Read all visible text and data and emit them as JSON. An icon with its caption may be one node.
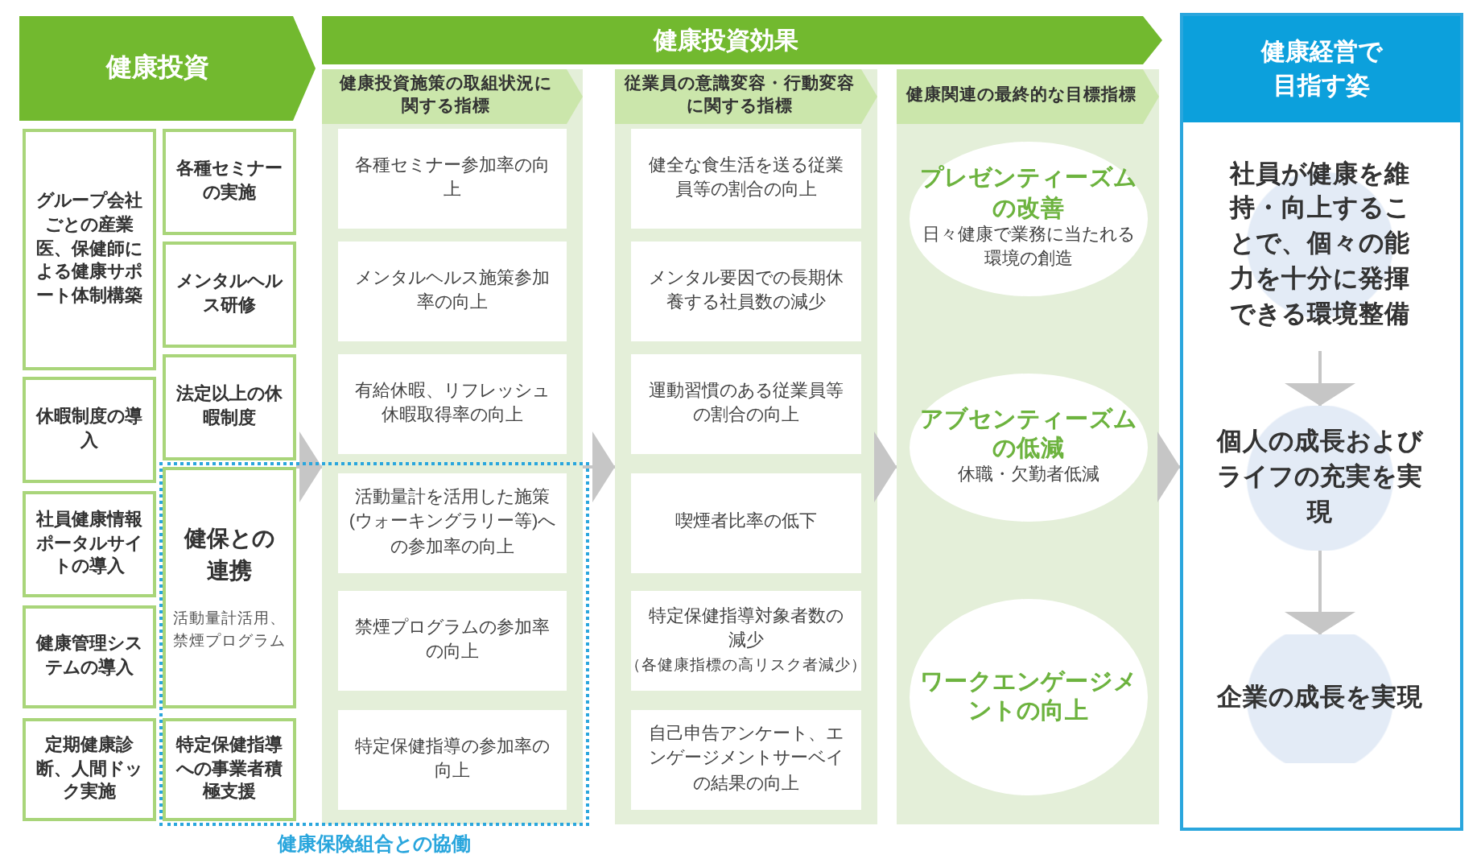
{
  "diagram": {
    "nodes": [
      {
        "text": [
          "健康投資"
        ]
      },
      {
        "text": [
          "グループ会社ごとの産業医、保健師による健康サポート体制構築"
        ]
      },
      {
        "text": [
          "各種セミナーの実施"
        ]
      },
      {
        "text": [
          "メンタルヘルス研修"
        ]
      },
      {
        "text": [
          "休暇制度の導入"
        ]
      },
      {
        "text": [
          "法定以上の休暇制度"
        ]
      },
      {
        "text": [
          "社員健康情報ポータルサイトの導入"
        ]
      },
      {
        "text": [
          "健康保険組合との協働"
        ]
      },
      {
        "text": [
          "健保との連携",
          "活動量計活用、禁煙プログラム"
        ],
        "in": 7
      },
      {
        "text": [
          "健康管理システムの導入"
        ]
      },
      {
        "text": [
          "定期健康診断、人間ドック実施"
        ]
      },
      {
        "text": [
          "特定保健指導への事業者積極支援"
        ],
        "in": 7
      },
      {
        "text": [
          "健康投資効果"
        ]
      },
      {
        "text": [
          "健康投資施策の取組状況に関する指標"
        ]
      },
      {
        "text": [
          "各種セミナー参加率の向上"
        ],
        "in": 13
      },
      {
        "text": [
          "メンタルヘルス施策参加率の向上"
        ],
        "in": 13
      },
      {
        "text": [
          "有給休暇、リフレッシュ休暇取得率の向上"
        ],
        "in": 13
      },
      {
        "text": [
          "活動量計を活用した施策(ウォーキングラリー等)への参加率の向上"
        ]
      },
      {
        "text": [
          "禁煙プログラムの参加率の向上"
        ]
      },
      {
        "text": [
          "特定保健指導の参加率の向上"
        ]
      },
      {
        "text": [
          "従業員の意識変容・行動変容に関する指標"
        ]
      },
      {
        "text": [
          "健全な食生活を送る従業員等の割合の向上"
        ],
        "in": 20
      },
      {
        "text": [
          "メンタル要因での長期休養する社員数の減少"
        ],
        "in": 20
      },
      {
        "text": [
          "運動習慣のある従業員等の割合の向上"
        ],
        "in": 20
      },
      {
        "text": [
          "喫煙者比率の低下"
        ],
        "in": 20
      },
      {
        "text": [
          "特定保健指導対象者数の減少",
          "（各健康指標の高リスク者減少）"
        ],
        "in": 20
      },
      {
        "text": [
          "自己申告アンケート、エンゲージメントサーベイの結果の向上"
        ],
        "in": 20
      },
      {
        "text": [
          "健康関連の最終的な目標指標"
        ]
      },
      {
        "text": [
          "プレゼンティーズムの改善",
          "日々健康で業務に当たれる環境の創造"
        ],
        "in": 27
      },
      {
        "text": [
          "アブセンティーズムの低減",
          "休職・欠勤者低減"
        ],
        "in": 27
      },
      {
        "text": [
          "ワークエンゲージメントの向上"
        ],
        "in": 27
      },
      {
        "text": [
          "健康経営で目指す姿"
        ]
      },
      {
        "text": [
          "社員が健康を維持・向上することで、個々の能力を十分に発揮できる環境整備"
        ],
        "in": 31
      },
      {
        "text": [
          "個人の成長およびライフの充実を実現"
        ],
        "in": 31
      },
      {
        "text": [
          "企業の成長を実現"
        ],
        "in": 31
      }
    ],
    "edges": [
      {
        "from": 8,
        "to": 13,
        "arrow": "to"
      },
      {
        "from": 13,
        "to": 20,
        "arrow": "to"
      },
      {
        "from": 20,
        "to": 27,
        "arrow": "to"
      },
      {
        "from": 27,
        "to": 31,
        "arrow": "to"
      },
      {
        "from": 32,
        "to": 33,
        "arrow": "to"
      },
      {
        "from": 33,
        "to": 34,
        "arrow": "to"
      }
    ]
  }
}
